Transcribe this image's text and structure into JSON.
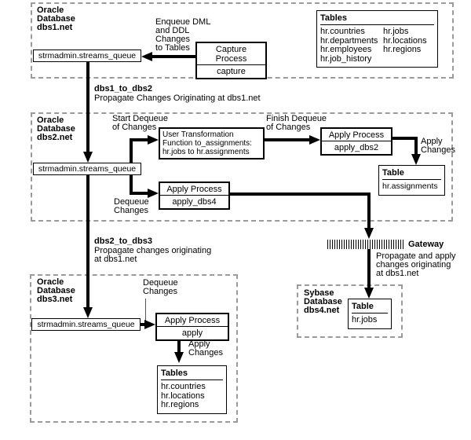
{
  "colors": {
    "line": "#000000",
    "dash": "#9b9b9b",
    "background": "#ffffff"
  },
  "dbs1": {
    "title": "Oracle\nDatabase\ndbs1.net",
    "queue_label": "strmadmin.streams_queue",
    "enqueue_label": "Enqueue DML\nand DDL\nChanges\nto Tables",
    "capture_process": {
      "title": "Capture Process",
      "name": "capture"
    },
    "tables": {
      "heading": "Tables",
      "col1": "hr.countries\nhr.departments\nhr.employees\nhr.job_history",
      "col2": "hr.jobs\nhr.locations\nhr.regions"
    }
  },
  "propagation_1_2": {
    "name": "dbs1_to_dbs2",
    "desc": "Propagate Changes Originating at dbs1.net"
  },
  "dbs2": {
    "title": "Oracle\nDatabase\ndbs2.net",
    "queue_label": "strmadmin.streams_queue",
    "start_dequeue_label": "Start Dequeue\nof Changes",
    "transformation": "User Transformation\nFunction to_assignments:\nhr.jobs to hr.assignments",
    "finish_dequeue_label": "Finish Dequeue\nof Changes",
    "apply_process_dbs2": {
      "title": "Apply Process",
      "name": "apply_dbs2"
    },
    "apply_changes_label": "Apply\nChanges",
    "table_assignments": {
      "heading": "Table",
      "rows": "hr.assignments"
    },
    "dequeue_label": "Dequeue\nChanges",
    "apply_process_dbs4": {
      "title": "Apply Process",
      "name": "apply_dbs4"
    }
  },
  "propagation_2_3": {
    "name": "dbs2_to_dbs3",
    "desc": "Propagate changes originating\nat dbs1.net"
  },
  "gateway": {
    "label": "Gateway",
    "desc": "Propagate and apply\nchanges originating\nat dbs1.net"
  },
  "dbs3": {
    "title": "Oracle\nDatabase\ndbs3.net",
    "dequeue_label": "Dequeue\nChanges",
    "queue_label": "strmadmin.streams_queue",
    "apply_process": {
      "title": "Apply Process",
      "name": "apply"
    },
    "apply_changes_label": "Apply\nChanges",
    "tables": {
      "heading": "Tables",
      "rows": "hr.countries\nhr.locations\nhr.regions"
    }
  },
  "dbs4": {
    "title": "Sybase\nDatabase\ndbs4.net",
    "table_jobs": {
      "heading": "Table",
      "rows": "hr.jobs"
    }
  }
}
